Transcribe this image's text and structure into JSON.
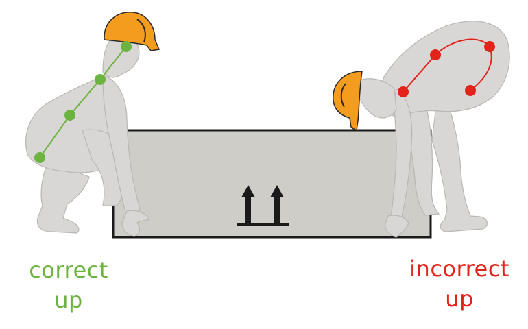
{
  "labels": {
    "correct": {
      "line1": "correct",
      "line2": "up"
    },
    "incorrect": {
      "line1": "incorrect",
      "line2": "up"
    }
  },
  "colors": {
    "correct": "#6cb33f",
    "incorrect": "#e2231a",
    "body": "#d9d7d6",
    "body_outline": "#b9b6b3",
    "helmet": "#f39c1e",
    "box_fill": "#cfcdc8",
    "box_outline": "#1a1a1a"
  },
  "icons": {
    "box_symbol": "this-way-up-arrows-icon"
  }
}
